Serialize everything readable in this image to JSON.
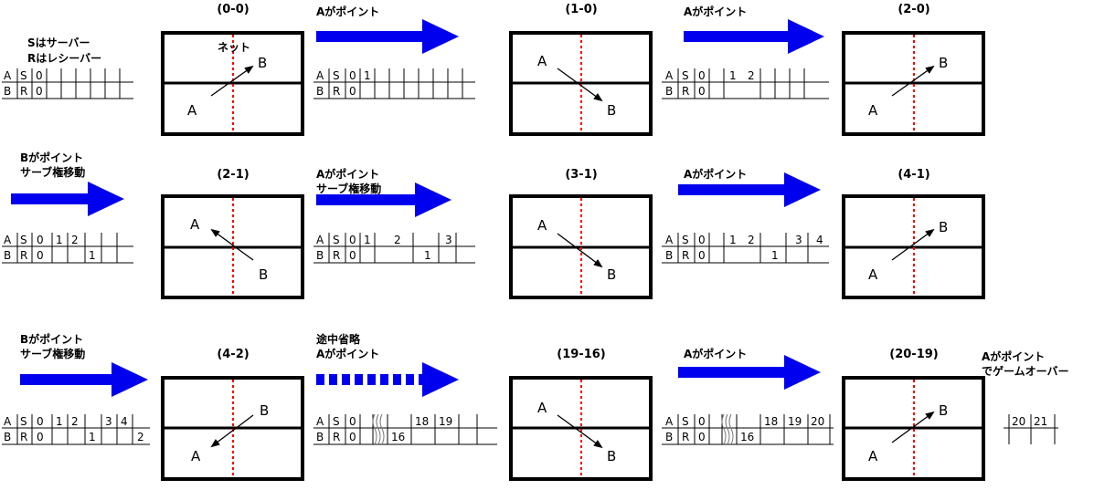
{
  "legend": {
    "line1": "Sはサーバー",
    "line2": "Rはレシーバー"
  },
  "court": {
    "net_label": "ネット",
    "point_a": "A",
    "point_b": "B"
  },
  "colors": {
    "arrow": "#0000ee",
    "net": "#ff0000"
  },
  "score_row_labels": {
    "a1": "A",
    "s": "S",
    "b1": "B",
    "r": "R"
  },
  "scores": {
    "s0": "0",
    "s1": "1",
    "s2": "2",
    "s3": "3",
    "s4": "4",
    "s16": "16",
    "s18": "18",
    "s19": "19",
    "s20": "20",
    "s21": "21"
  },
  "rows": [
    {
      "arrow1_text": [
        "Aがポイント"
      ],
      "arrow2_text": [
        "Aがポイント"
      ],
      "courts": [
        "(0-0)",
        "(1-0)",
        "(2-0)"
      ]
    },
    {
      "left_text": [
        "Bがポイント",
        "サーブ権移動"
      ],
      "arrow1_text": [
        "Aがポイント",
        "サーブ権移動"
      ],
      "arrow2_text": [
        "Aがポイント"
      ],
      "courts": [
        "(2-1)",
        "(3-1)",
        "(4-1)"
      ]
    },
    {
      "left_text": [
        "Bがポイント",
        "サーブ権移動"
      ],
      "arrow1_text": [
        "途中省略",
        "Aがポイント"
      ],
      "arrow2_text": [
        "Aがポイント"
      ],
      "right_text": [
        "Aがポイント",
        "でゲームオーバー"
      ],
      "courts": [
        "(4-2)",
        "(19-16)",
        "(20-19)"
      ]
    }
  ]
}
